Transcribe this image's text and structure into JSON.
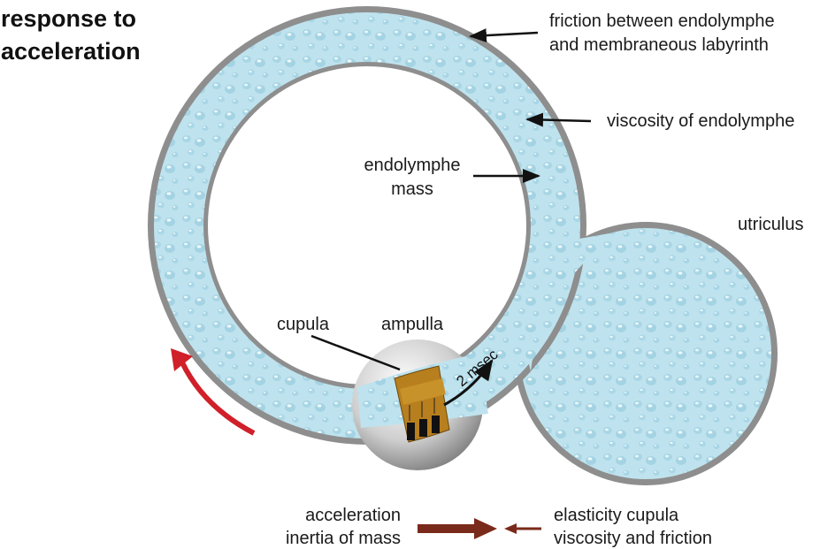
{
  "title": {
    "line1": "response to",
    "line2": "acceleration"
  },
  "labels": {
    "friction_line1": "friction between endolymphe",
    "friction_line2": "and membraneous labyrinth",
    "viscosity": "viscosity of endolymphe",
    "mass_line1": "endolymphe",
    "mass_line2": "mass",
    "utriculus": "utriculus",
    "cupula": "cupula",
    "ampulla": "ampulla",
    "time": "2 msec",
    "accel_line1": "acceleration",
    "accel_line2": "inertia of mass",
    "elastic_line1": "elasticity cupula",
    "elastic_line2": "viscosity and friction"
  },
  "colors": {
    "fluid": "#bfe3ee",
    "wall": "#8a8a8a",
    "red_arrow": "#d0202a",
    "brown_arrow": "#7a2a1a",
    "cupula": "#b87f1e"
  }
}
